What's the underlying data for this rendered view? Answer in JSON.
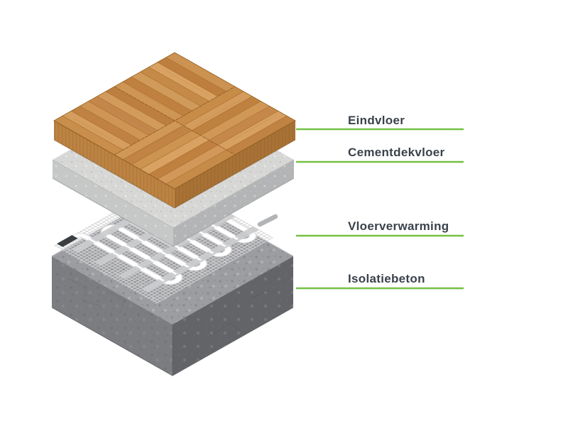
{
  "labels": [
    {
      "text": "Eindvloer"
    },
    {
      "text": "Cementdekvloer"
    },
    {
      "text": "Vloerverwarming"
    },
    {
      "text": "Isolatiebeton"
    }
  ],
  "colors": {
    "background": "#ffffff",
    "accent_green": "#74c044",
    "label_text": "#3a424b",
    "wood_top": "#cb9252",
    "wood_side_left": "#bc8343",
    "wood_side_right": "#a87236",
    "cement_top": "#d7d8d6",
    "cement_side_left": "#c6c7c7",
    "cement_side_right": "#b3b4b5",
    "mesh_grid": "#d4d4d4",
    "heating_tube": "#ffffff",
    "tube_strap": "#cbccce",
    "tube_connector": "#3b3e41",
    "tube_coupler": "#b3b4b6",
    "concrete_top": "#9c9da1",
    "concrete_side_left": "#7b7d80",
    "concrete_side_right": "#626467"
  }
}
